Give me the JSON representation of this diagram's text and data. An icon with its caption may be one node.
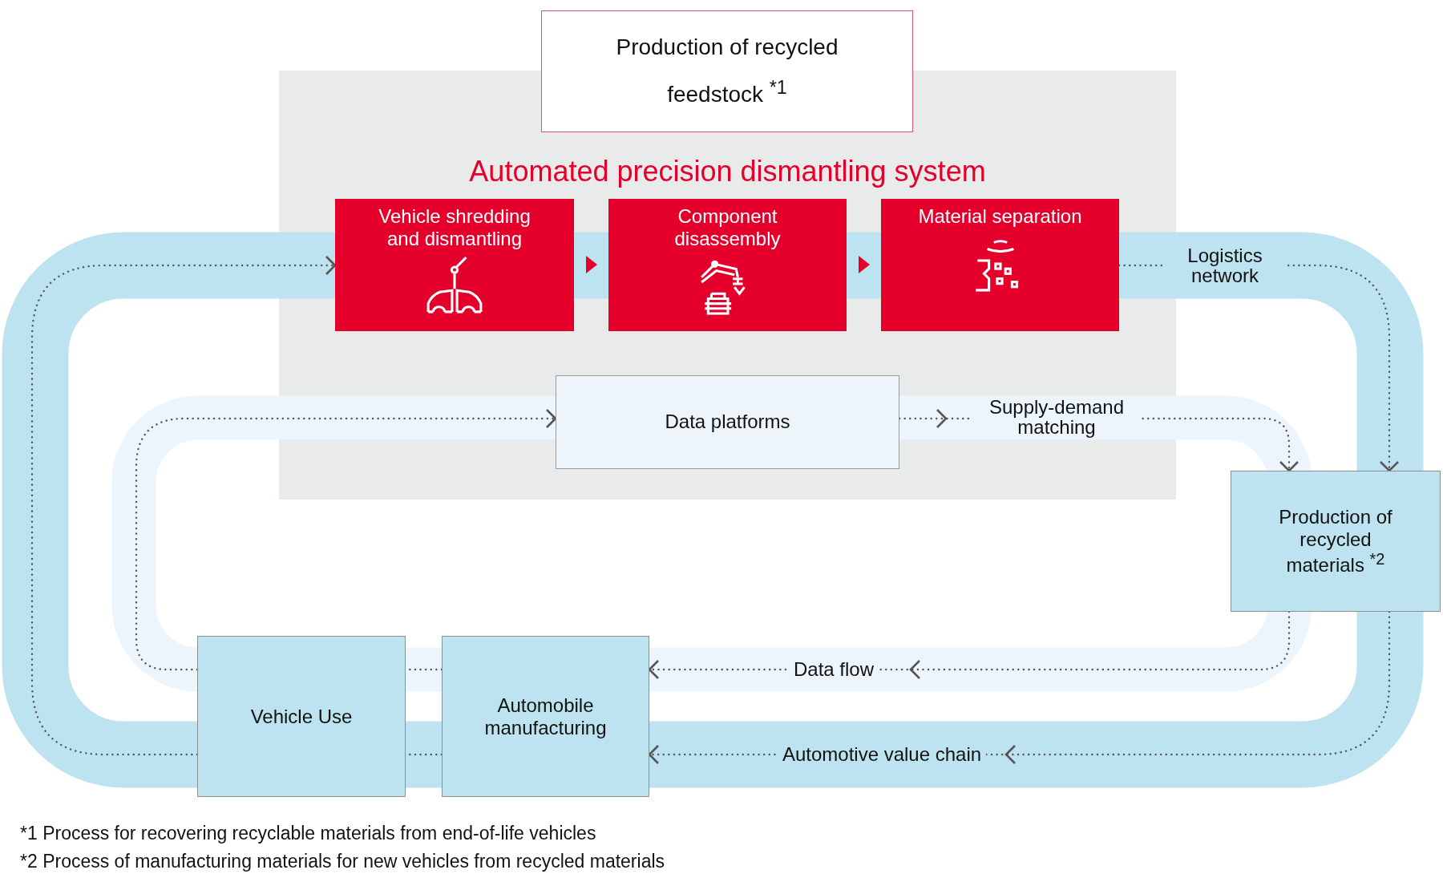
{
  "diagram": {
    "nodes": [
      {
        "text": [
          "Production of recycled feedstock $^{*1}$"
        ]
      },
      {
        "text": [
          "Automated precision dismantling system"
        ]
      },
      {
        "text": [
          "Vehicle shredding and dismantling"
        ],
        "in": 1
      },
      {
        "text": [
          "Component disassembly"
        ],
        "in": 1
      },
      {
        "text": [
          "Material separation"
        ],
        "in": 1
      },
      {
        "text": [
          "Data platforms"
        ],
        "in": 1
      },
      {
        "text": [
          "Production of recycled materials $^{*2}$"
        ]
      },
      {
        "text": [
          "Vehicle Use"
        ]
      },
      {
        "text": [
          "Automobile manufacturing"
        ]
      }
    ],
    "edges": [
      {
        "from": 2,
        "to": 3,
        "arrow": "to",
        "color": "#e4002b"
      },
      {
        "from": 3,
        "to": 4,
        "arrow": "to",
        "color": "#e4002b"
      },
      {
        "from": 4,
        "to": 6,
        "arrow": "to",
        "label": "Logistics network",
        "style": "dashed"
      },
      {
        "from": 5,
        "to": 6,
        "arrow": "to",
        "label": "Supply-demand matching",
        "style": "dashed"
      },
      {
        "from": 6,
        "to": 8,
        "arrow": "to",
        "label": "Data flow",
        "style": "dashed"
      },
      {
        "from": 8,
        "to": 7,
        "arrow": "none",
        "style": "dashed"
      },
      {
        "from": 7,
        "to": 5,
        "arrow": "to",
        "style": "dashed"
      },
      {
        "from": 6,
        "to": 8,
        "arrow": "to",
        "label": "Automotive value chain",
        "style": "dashed"
      },
      {
        "from": 8,
        "to": 7,
        "arrow": "none",
        "style": "dashed"
      },
      {
        "from": 7,
        "to": 2,
        "arrow": "to",
        "style": "dashed"
      }
    ],
    "labels": [
      "*1 Process for recovering recyclable materials from end-of-life vehicles",
      "*2 Process of manufacturing materials for new vehicles from recycled materials"
    ]
  }
}
